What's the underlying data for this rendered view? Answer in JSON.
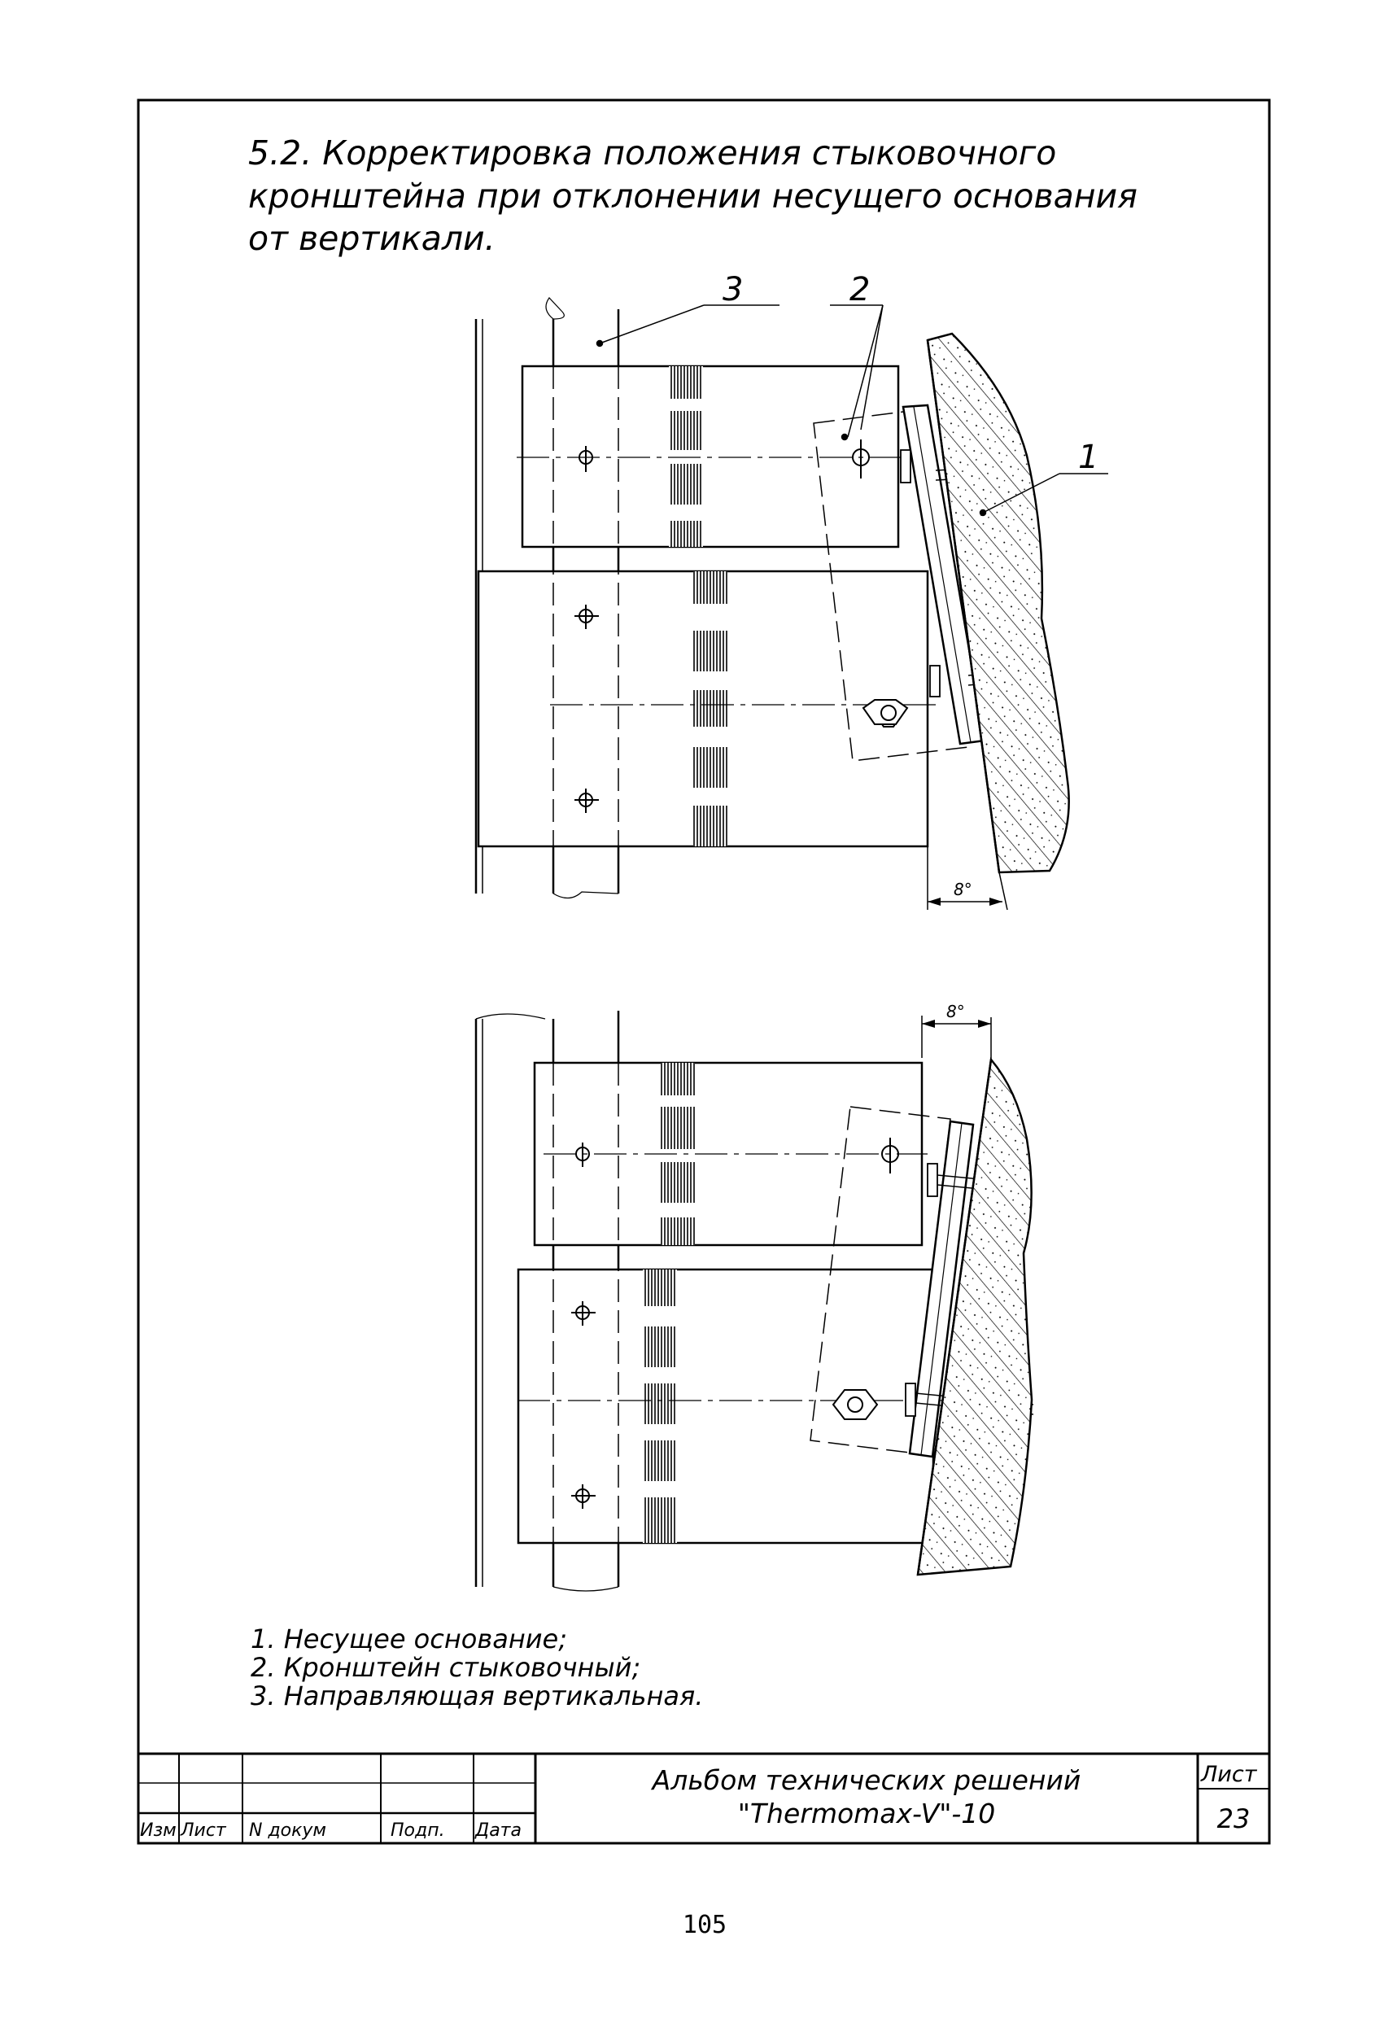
{
  "title": {
    "line1": "5.2. Корректировка положения стыковочного",
    "line2": "кронштейна при отклонении несущего основания",
    "line3": "от вертикали."
  },
  "callouts": {
    "c1": "1",
    "c2": "2",
    "c3": "3"
  },
  "dimensions": {
    "top_angle": "8°",
    "bottom_angle": "8°"
  },
  "legend": {
    "item1": "1. Несущее основание;",
    "item2": "2. Кронштейн стыковочный;",
    "item3": "3. Направляющая вертикальная."
  },
  "title_block": {
    "col_izm": "Изм",
    "col_list": "Лист",
    "col_ndokum": "N докум",
    "col_podp": "Подп.",
    "col_data": "Дата",
    "album_line1": "Альбом технических решений",
    "album_line2": "\"Thermomax-V\"-10",
    "sheet_label": "Лист",
    "sheet_number": "23"
  },
  "page_number": "105",
  "colors": {
    "ink": "#000000",
    "paper": "#ffffff"
  }
}
